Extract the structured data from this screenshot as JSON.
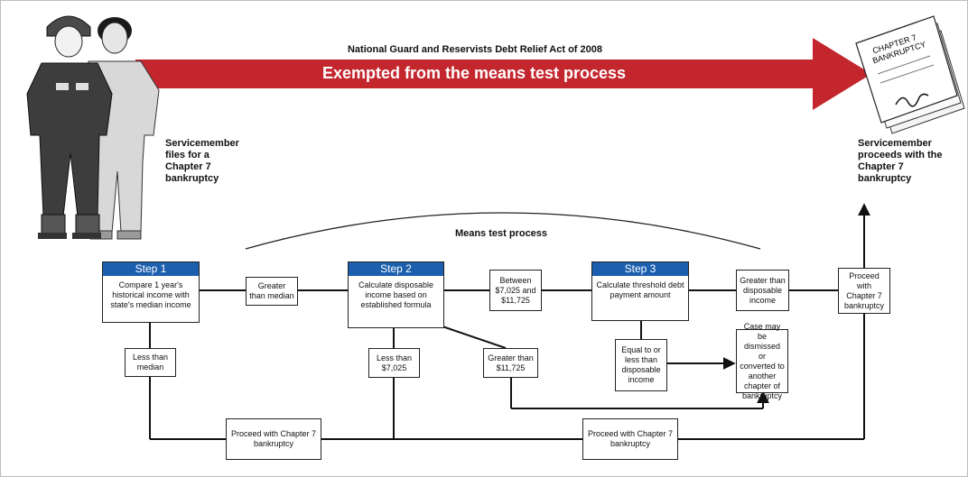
{
  "top": {
    "act_title": "National Guard and Reservists Debt Relief Act of 2008",
    "banner_text": "Exempted from the means test process",
    "left_caption": [
      "Servicemember",
      "files for a",
      "Chapter 7",
      "bankruptcy"
    ],
    "right_caption": [
      "Servicemember",
      "proceeds with the",
      "Chapter 7",
      "bankruptcy"
    ],
    "document_lines": [
      "CHAPTER 7",
      "BANKRUPTCY"
    ],
    "means_test_label": "Means test process"
  },
  "steps": [
    {
      "title": "Step 1",
      "text": "Compare 1 year's historical income with state's median income"
    },
    {
      "title": "Step 2",
      "text": "Calculate disposable income based on established formula"
    },
    {
      "title": "Step 3",
      "text": "Calculate threshold debt payment amount"
    }
  ],
  "boxes": {
    "greater_than_median": "Greater than median",
    "between": "Between $7,025 and $11,725",
    "greater_than_disposable": "Greater than disposable income",
    "proceed_right": "Proceed with Chapter 7 bankruptcy",
    "less_than_median": "Less than median",
    "less_than_7025": "Less than $7,025",
    "greater_than_11725": "Greater than $11,725",
    "equal_or_less": "Equal to or less than disposable income",
    "case_dismissed": "Case may be dismissed or converted to another chapter of bankruptcy",
    "proceed_bottom_left": "Proceed with Chapter 7 bankruptcy",
    "proceed_bottom_right": "Proceed with Chapter 7 bankruptcy"
  },
  "colors": {
    "banner_red": "#c4262e",
    "step_blue": "#1b5fae"
  }
}
